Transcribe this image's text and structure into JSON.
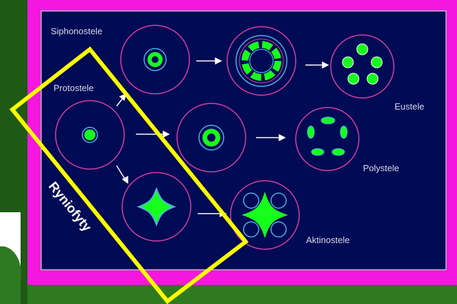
{
  "colors": {
    "background_green": "#2f7a1f",
    "frame_magenta": "#f516e0",
    "panel_navy": "#000a55",
    "panel_border": "#b9b9c8",
    "outer_ring": "#d6409f",
    "inner_ring": "#4fb0e8",
    "tissue_green": "#16ff1c",
    "arrow": "#ffffff",
    "label_text": "#d8d8ea",
    "highlight_yellow": "#ffff00"
  },
  "labels": {
    "siphonostele": "Siphonostele",
    "protostele": "Protostele",
    "eustele": "Eustele",
    "polystele": "Polystele",
    "aktinostele": "Aktinostele",
    "highlight": "Ryniofyty"
  },
  "diagrams": [
    {
      "id": "protostele",
      "type": "solid-core"
    },
    {
      "id": "siphonostele-early",
      "type": "ring"
    },
    {
      "id": "siphonostele-segmented",
      "type": "segmented-ring"
    },
    {
      "id": "eustele",
      "type": "scattered-bundles"
    },
    {
      "id": "siphonostele-middle",
      "type": "ring"
    },
    {
      "id": "polystele",
      "type": "oval-bundles"
    },
    {
      "id": "aktinostele-early",
      "type": "star-core"
    },
    {
      "id": "aktinostele",
      "type": "star-core-with-lobes"
    }
  ]
}
